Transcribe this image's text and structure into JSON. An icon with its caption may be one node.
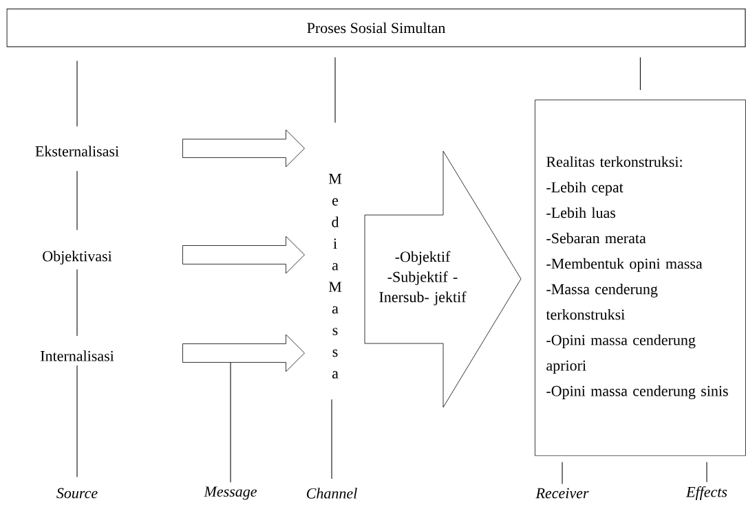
{
  "diagram": {
    "nodes": [
      {
        "text": [
          "Proses Sosial Simultan"
        ]
      },
      {
        "text": [
          "Eksternalisasi"
        ]
      },
      {
        "text": [
          "Objektivasi"
        ]
      },
      {
        "text": [
          "Internalisasi"
        ]
      },
      {
        "text": [
          "M e d i a M a s s a"
        ]
      },
      {
        "text": [
          "-Objektif -Subjektif -Inersub- jektif"
        ]
      },
      {
        "text": [
          "Realitas terkonstruksi:",
          "-Lebih cepat",
          "-Lebih luas",
          "-Sebaran merata",
          "-Membentuk opini massa",
          "-Massa cenderung terkonstruksi",
          "-Opini massa cenderung apriori",
          "-Opini massa cenderung sinis"
        ]
      },
      {
        "text": [
          "Source"
        ]
      },
      {
        "text": [
          "Message"
        ]
      },
      {
        "text": [
          "Channel"
        ]
      },
      {
        "text": [
          "Receiver"
        ]
      },
      {
        "text": [
          "Effects"
        ]
      }
    ],
    "edges": [
      {
        "from": 0,
        "to": 1,
        "arrow": "none"
      },
      {
        "from": 1,
        "to": 2,
        "arrow": "none"
      },
      {
        "from": 2,
        "to": 3,
        "arrow": "none"
      },
      {
        "from": 3,
        "to": 7,
        "arrow": "none"
      },
      {
        "from": null,
        "to": 8,
        "arrow": "none"
      },
      {
        "from": 0,
        "to": 4,
        "arrow": "none"
      },
      {
        "from": 4,
        "to": 9,
        "arrow": "none"
      },
      {
        "from": 0,
        "to": 6,
        "arrow": "none"
      },
      {
        "from": 6,
        "to": 10,
        "arrow": "none"
      },
      {
        "from": 6,
        "to": 11,
        "arrow": "none"
      },
      {
        "from": 1,
        "to": 4,
        "arrow": "to",
        "style": "thick"
      },
      {
        "from": 2,
        "to": 4,
        "arrow": "to",
        "style": "thick"
      },
      {
        "from": 3,
        "to": 4,
        "arrow": "to",
        "style": "thick"
      }
    ]
  }
}
